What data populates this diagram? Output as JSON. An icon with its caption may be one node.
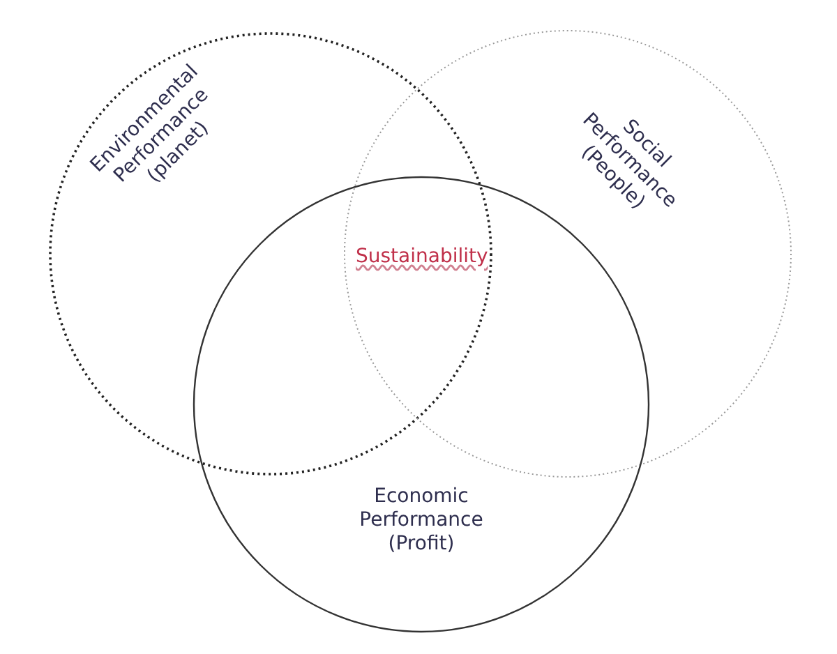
{
  "diagram": {
    "nodes": [
      {
        "text": [
          "Environmental Performance (planet)"
        ]
      },
      {
        "text": [
          "Social Performance (People)"
        ]
      },
      {
        "text": [
          "Economic Performance (Profit)"
        ]
      }
    ],
    "labels": [
      "Sustainability"
    ]
  }
}
